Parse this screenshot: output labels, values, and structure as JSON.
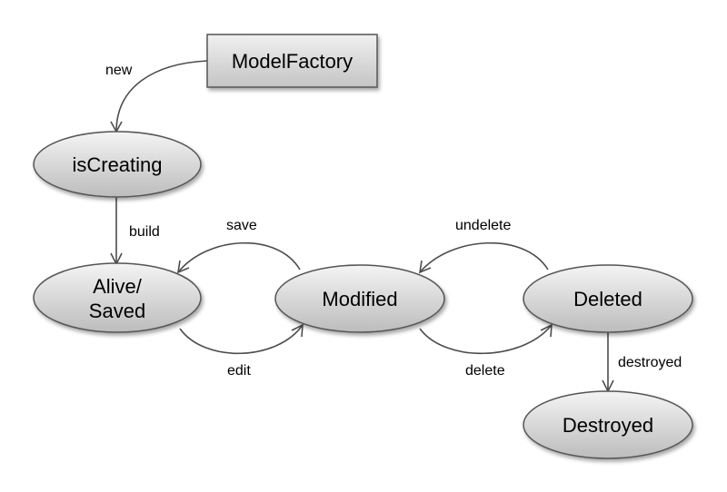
{
  "diagram": {
    "nodes": {
      "model_factory": "ModelFactory",
      "is_creating": "isCreating",
      "alive_saved_line1": "Alive/",
      "alive_saved_line2": "Saved",
      "modified": "Modified",
      "deleted": "Deleted",
      "destroyed": "Destroyed"
    },
    "edges": {
      "new": "new",
      "build": "build",
      "save": "save",
      "edit": "edit",
      "undelete": "undelete",
      "delete": "delete",
      "destroyed": "destroyed"
    },
    "colors": {
      "node_fill_top": "#f2f2f2",
      "node_fill_bottom": "#bdbdbd",
      "node_stroke": "#555555",
      "edge_stroke": "#4d4d4d"
    }
  }
}
